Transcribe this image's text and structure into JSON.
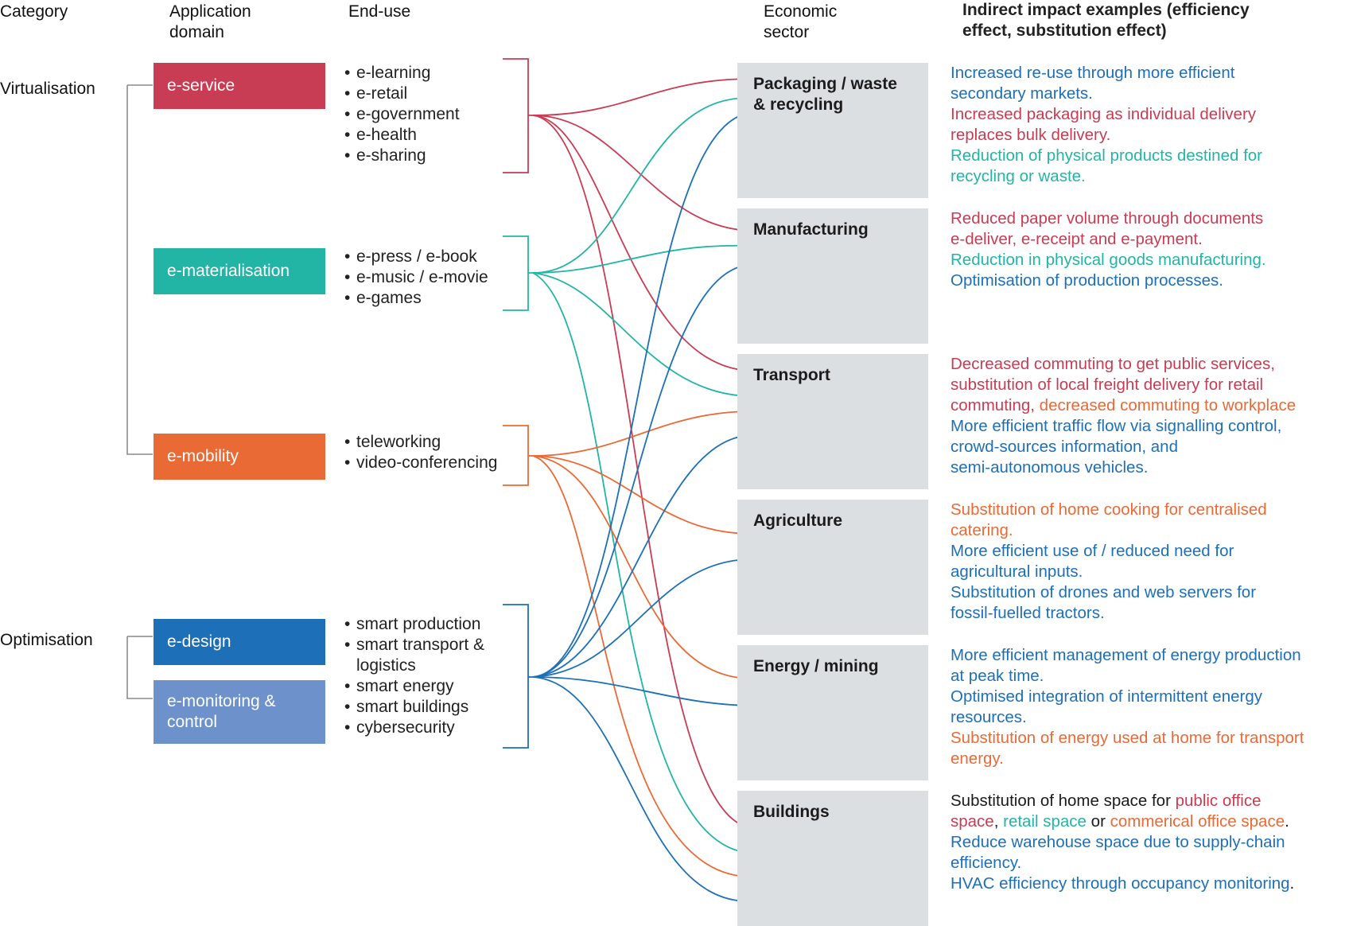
{
  "headers": {
    "category": "Category",
    "domain_line1": "Application",
    "domain_line2": "domain",
    "enduse": "End-use",
    "sector_line1": "Economic",
    "sector_line2": "sector",
    "impact_line1": "Indirect impact examples (efficiency",
    "impact_line2": "effect, substitution effect)"
  },
  "categories": {
    "virtualisation": "Virtualisation",
    "optimisation": "Optimisation"
  },
  "colors": {
    "red": "#c83c54",
    "teal": "#22b5a5",
    "orange": "#ea6a36",
    "blue": "#1d6fb8",
    "lightblue": "#6d92cb",
    "sector_bg": "#dcdfe1",
    "tree": "#8a8a8a"
  },
  "domains": {
    "service": "e-service",
    "materialisation": "e-materialisation",
    "mobility": "e-mobility",
    "design": "e-design",
    "monitoring_line1": "e-monitoring &",
    "monitoring_line2": "control"
  },
  "enduses": {
    "service": [
      "e-learning",
      "e-retail",
      "e-government",
      "e-health",
      "e-sharing"
    ],
    "materialisation": [
      "e-press / e-book",
      "e-music / e-movie",
      "e-games"
    ],
    "mobility": [
      "teleworking",
      "video-conferencing"
    ],
    "optimisation": [
      "smart production",
      "smart transport &",
      "logistics",
      "smart energy",
      "smart buildings",
      "cybersecurity"
    ]
  },
  "sectors": {
    "packaging_line1": "Packaging / waste",
    "packaging_line2": "& recycling",
    "manufacturing": "Manufacturing",
    "transport": "Transport",
    "agriculture": "Agriculture",
    "energy": "Energy / mining",
    "buildings": "Buildings"
  },
  "impacts": {
    "packaging": {
      "l1": "Increased re-use through more efficient",
      "l2": "secondary markets.",
      "l3": "Increased packaging as individual delivery",
      "l4": "replaces bulk delivery.",
      "l5": "Reduction of physical products destined for",
      "l6": "recycling or waste."
    },
    "manufacturing": {
      "l1": "Reduced paper volume through documents",
      "l2": "e-deliver, e-receipt and e-payment.",
      "l3": "Reduction in physical goods manufacturing.",
      "l4": "Optimisation of production processes."
    },
    "transport": {
      "l1": "Decreased commuting to get public services,",
      "l2": "substitution of local freight delivery for retail",
      "l3a": "commuting",
      "l3sep": ", ",
      "l3b": "decreased commuting to workplace",
      "l4": "More efficient traffic flow via signalling control,",
      "l5": "crowd-sources information, and",
      "l6": "semi-autonomous vehicles."
    },
    "agriculture": {
      "l1": "Substitution of home cooking for centralised",
      "l2": "catering.",
      "l3": "More efficient use of / reduced need for",
      "l4": "agricultural inputs.",
      "l5": "Substitution of drones and web servers for",
      "l6": "fossil-fuelled tractors."
    },
    "energy": {
      "l1": "More efficient management of energy production",
      "l2": "at peak time.",
      "l3": "Optimised integration of intermittent energy",
      "l4": "resources.",
      "l5": "Substitution of energy used at home for transport",
      "l6": "energy."
    },
    "buildings": {
      "l1a": "Substitution of home space for ",
      "l1b": "public office",
      "l2a": "space",
      "l2sep1": ", ",
      "l2b": "retail space",
      "l2sep2": " or ",
      "l2c": "commerical office space",
      "l2end": ".",
      "l3": "Reduce warehouse space due to supply-chain",
      "l4": "efficiency.",
      "l5": "HVAC efficiency through occupancy monitoring",
      "l5end": "."
    }
  }
}
